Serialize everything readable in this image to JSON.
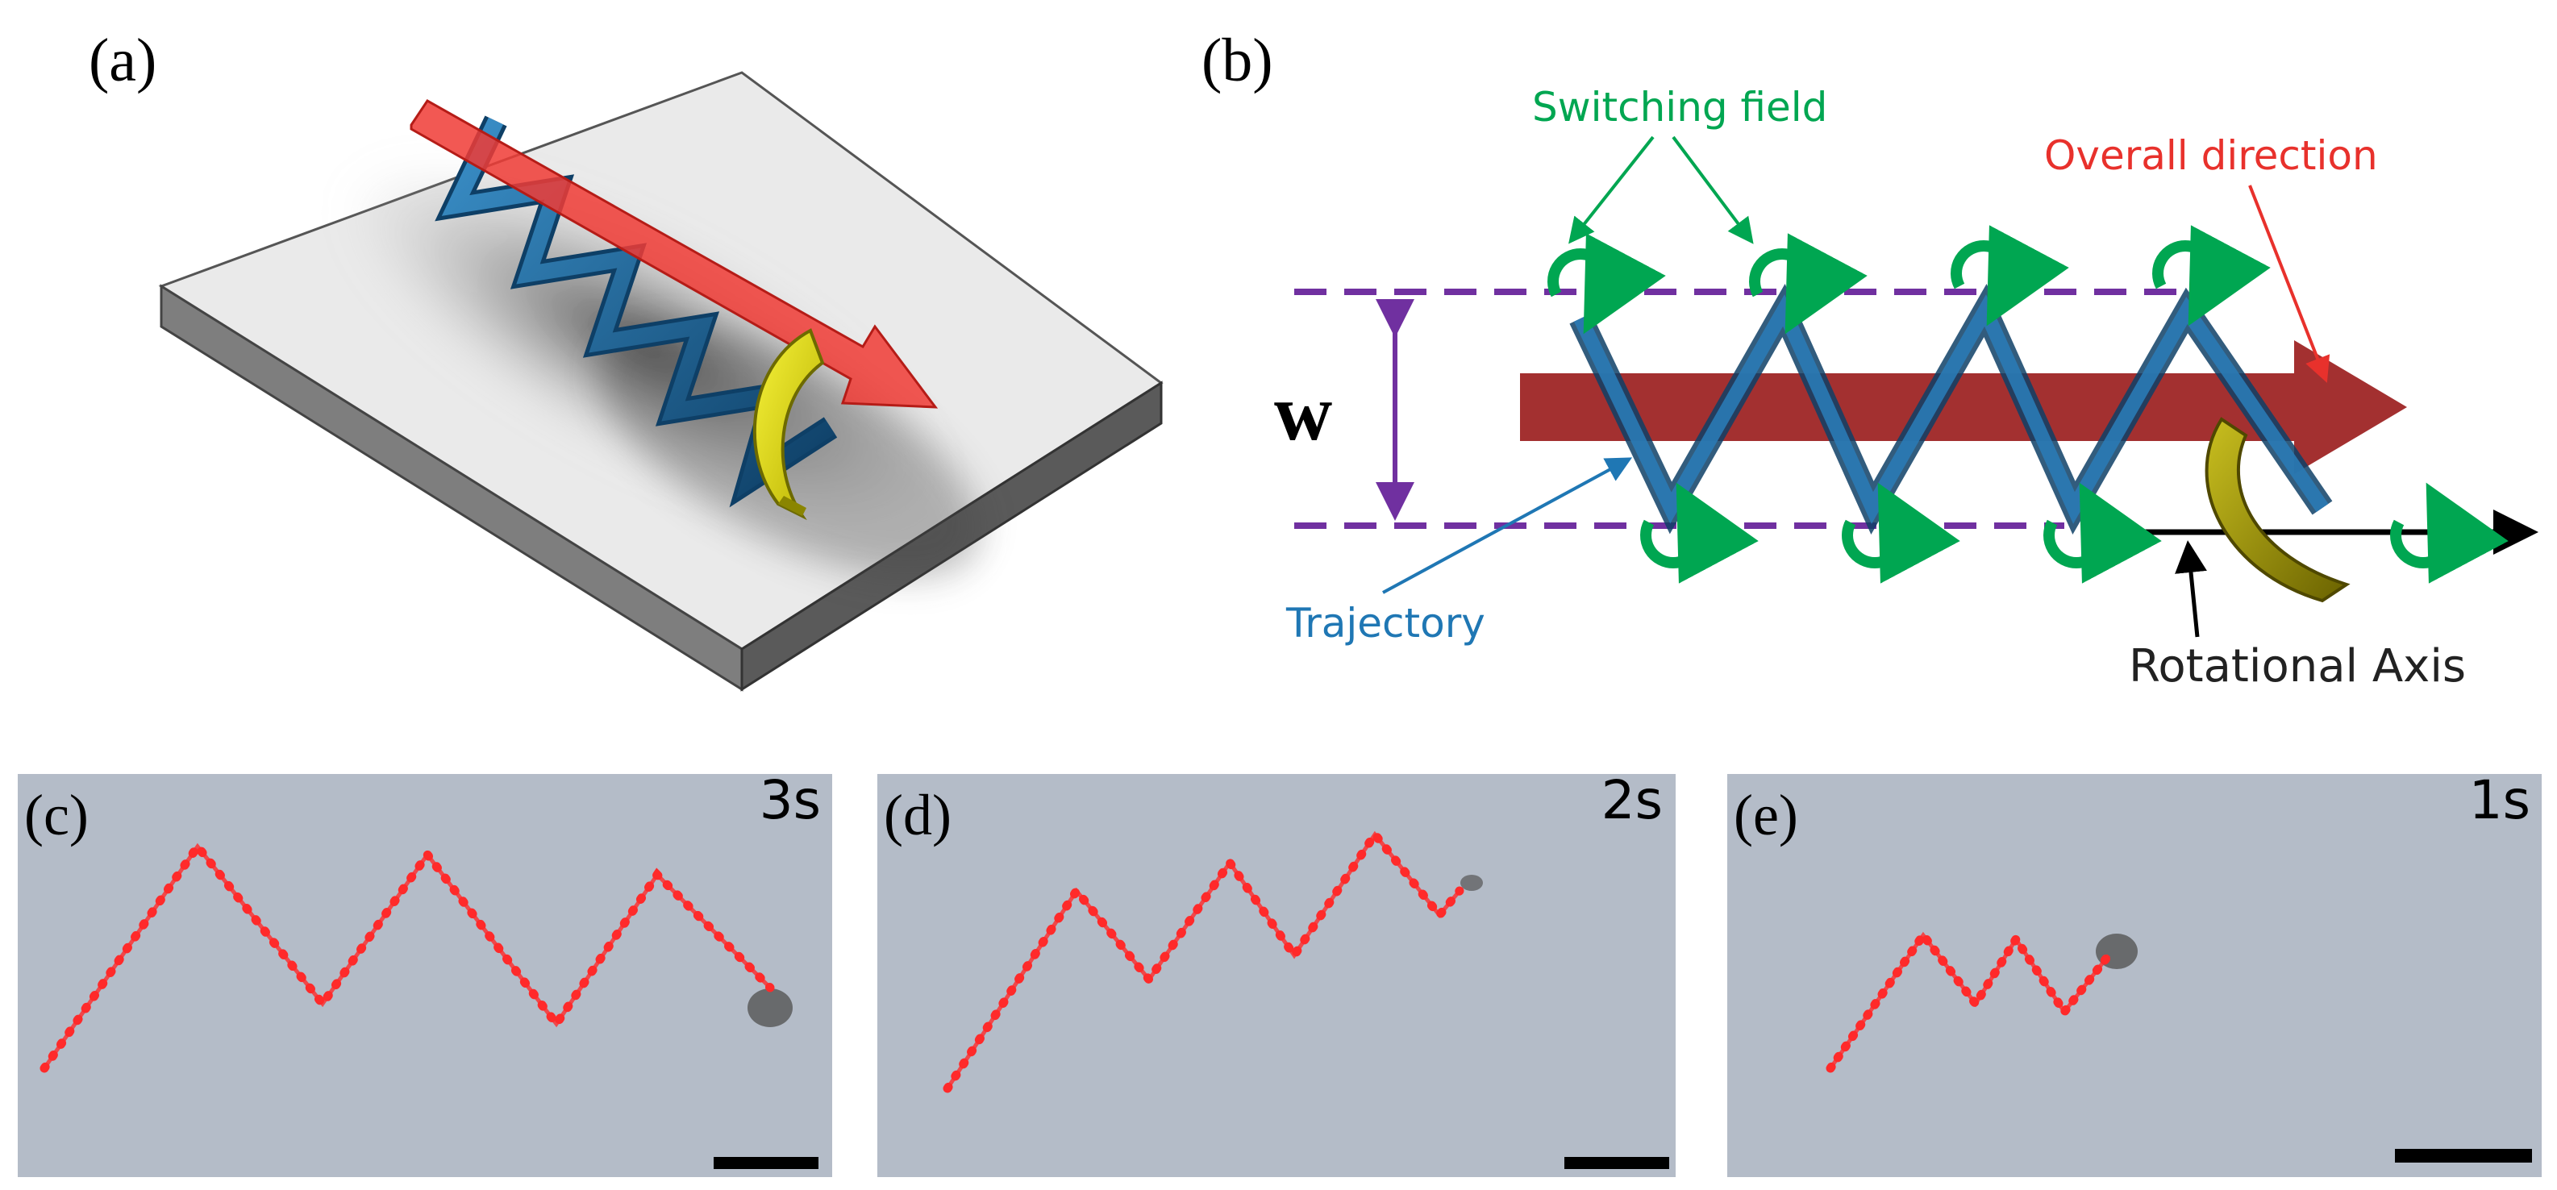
{
  "panels": {
    "a": {
      "label": "(a)"
    },
    "b": {
      "label": "(b)",
      "width_symbol": "w",
      "switching_field": "Switching field",
      "overall_direction": "Overall direction",
      "trajectory": "Trajectory",
      "rotational_axis": "Rotational Axis"
    },
    "c": {
      "label": "(c)",
      "time": "3s"
    },
    "d": {
      "label": "(d)",
      "time": "2s"
    },
    "e": {
      "label": "(e)",
      "time": "1s"
    }
  },
  "colors": {
    "overall_direction": "#e8312c",
    "trajectory": "#1f77b4",
    "switching_field": "#00a651",
    "width_marker": "#7030a0",
    "robot": "#d9d21a",
    "track_dots": "#ff2a2a",
    "micrograph_bg": "#b4bcc8"
  }
}
